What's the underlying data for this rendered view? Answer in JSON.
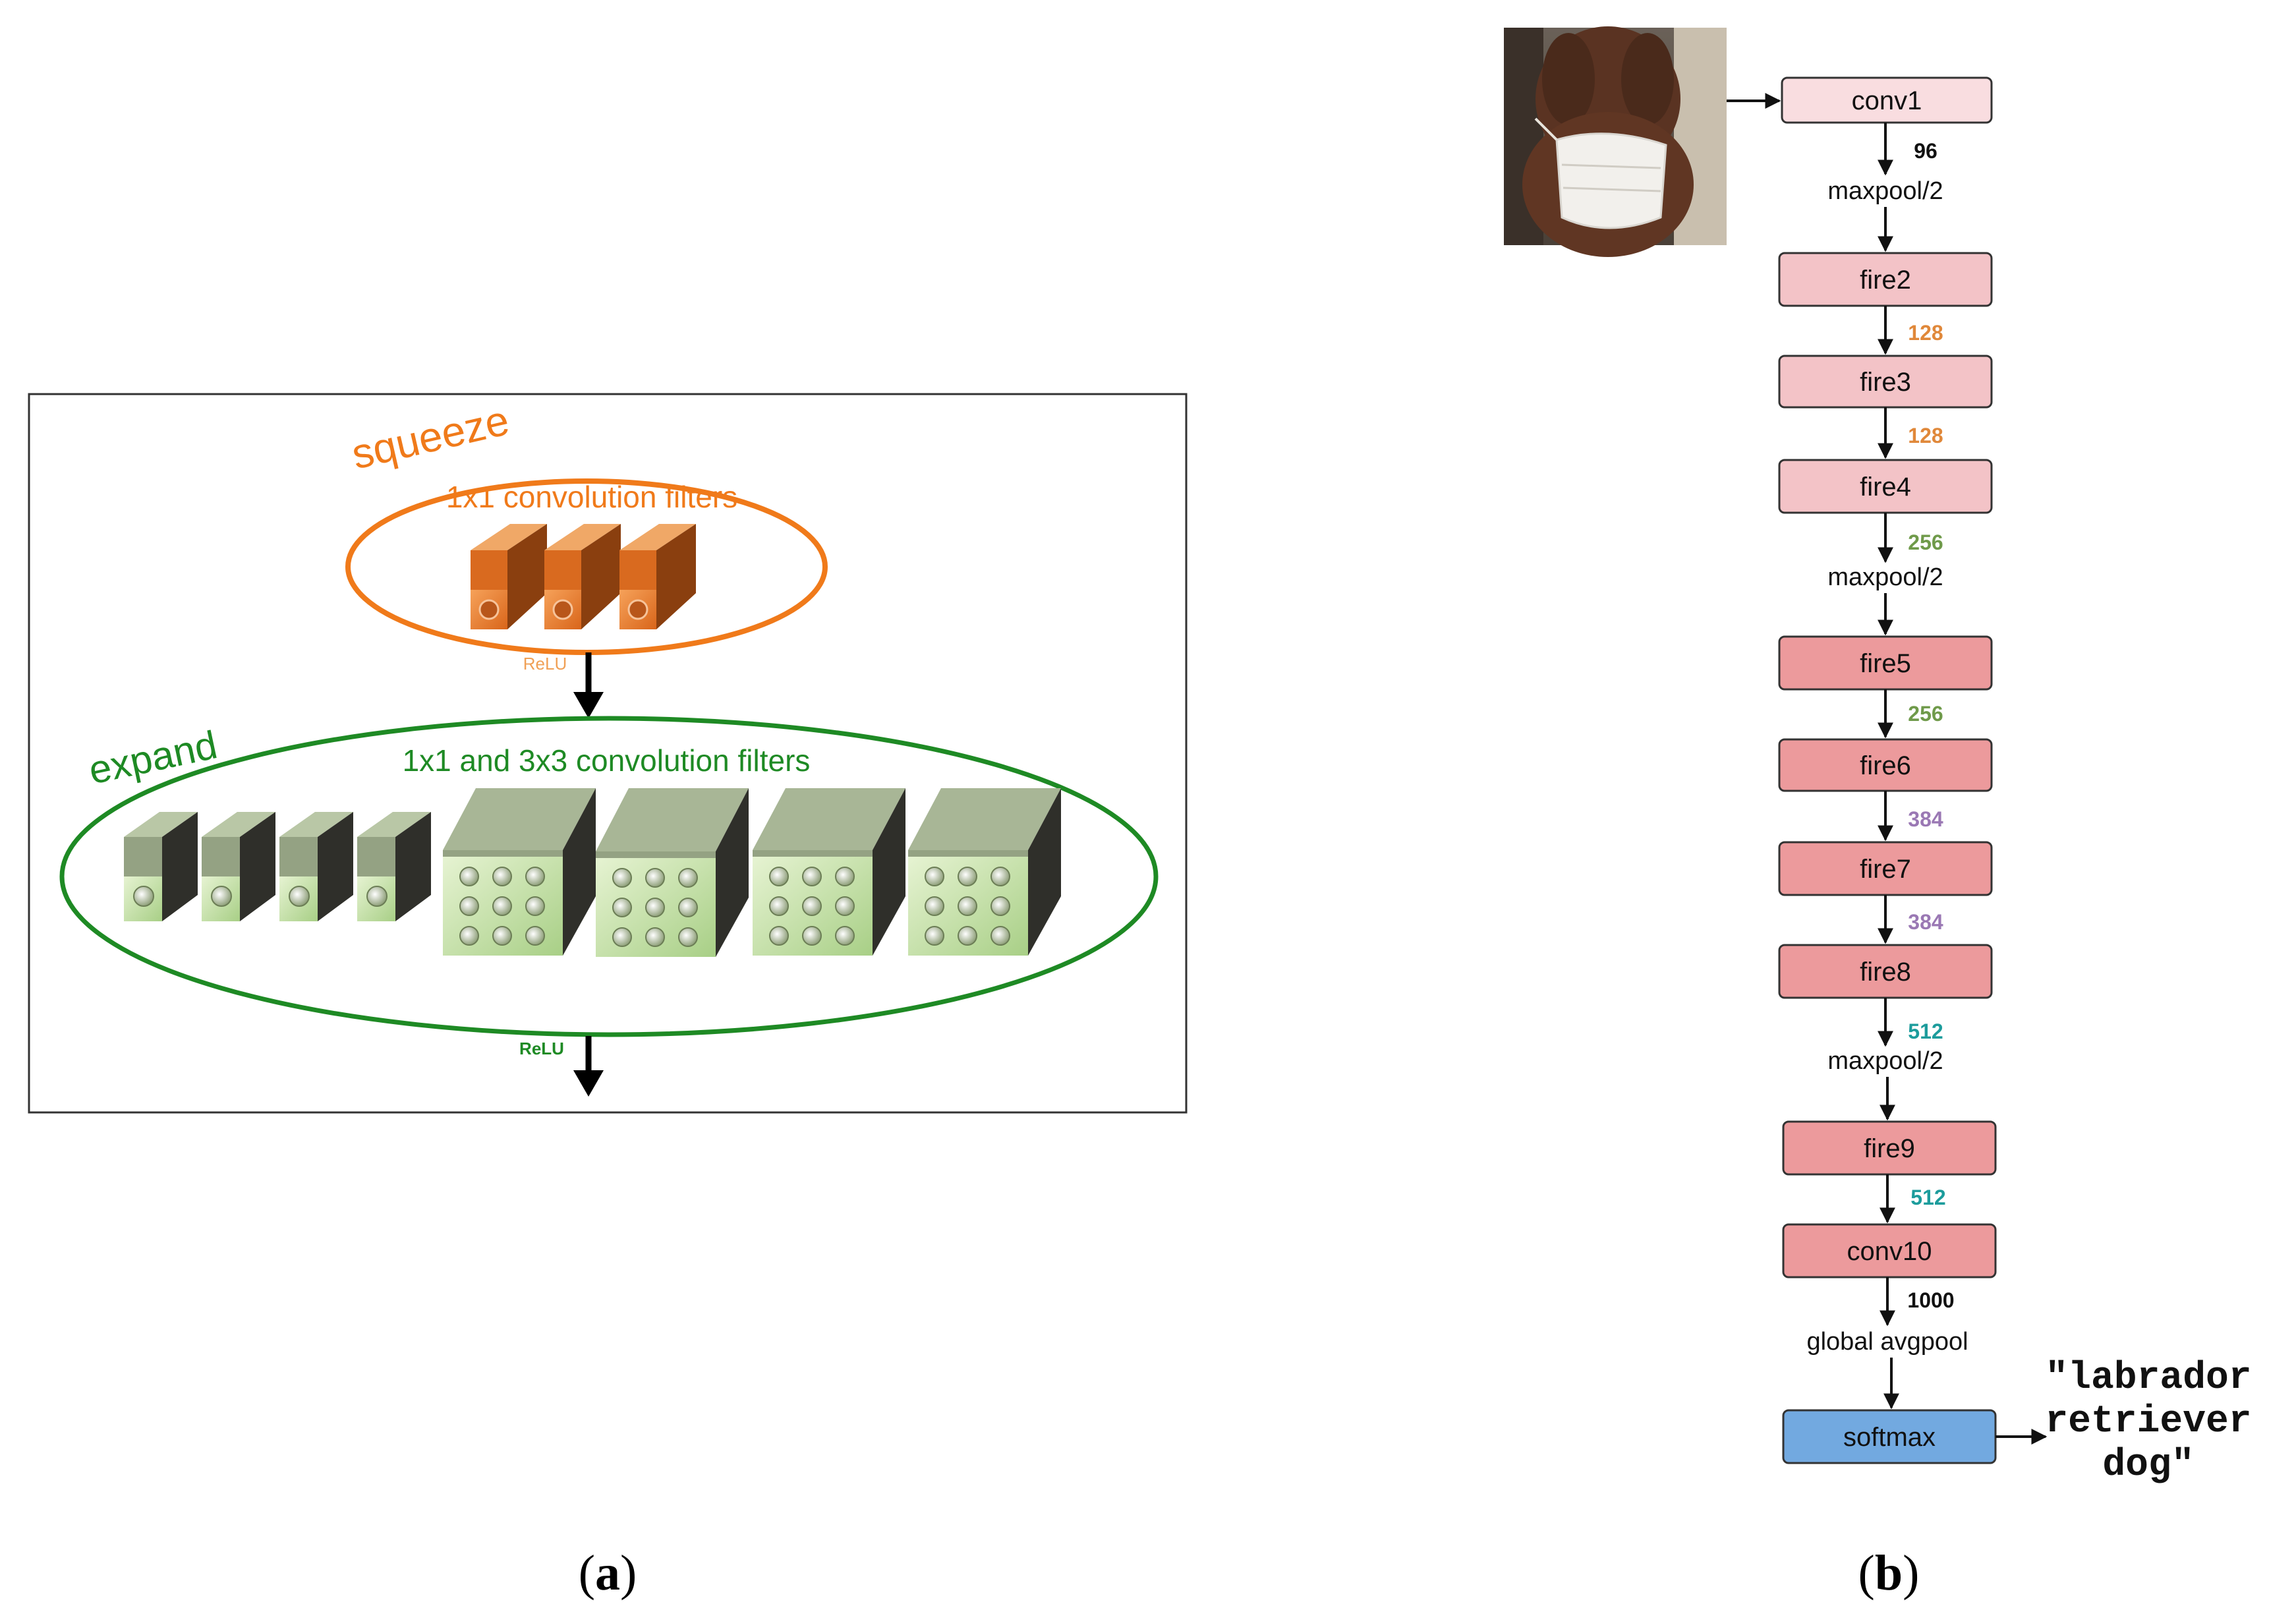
{
  "panel_a": {
    "caption_open": "(",
    "caption_letter": "a",
    "caption_close": ")",
    "squeeze_title": "squeeze",
    "squeeze_subtitle": "1x1 convolution filters",
    "squeeze_relu": "ReLU",
    "expand_title": "expand",
    "expand_subtitle": "1x1 and 3x3 convolution filters",
    "expand_relu": "ReLU",
    "colors": {
      "squeeze": "#f07a1a",
      "expand": "#1e8a24",
      "relu_squeeze": "#f0a056",
      "relu_expand": "#1e8a24"
    }
  },
  "panel_b": {
    "caption_open": "(",
    "caption_letter": "b",
    "caption_close": ")",
    "image_description_icon": "photo-icon",
    "blocks": [
      {
        "label": "conv1",
        "color": "#f9dde0"
      },
      {
        "label": "fire2",
        "color": "#f3c3c7"
      },
      {
        "label": "fire3",
        "color": "#f3c3c7"
      },
      {
        "label": "fire4",
        "color": "#f3c3c7"
      },
      {
        "label": "fire5",
        "color": "#ec9a9c"
      },
      {
        "label": "fire6",
        "color": "#ec9a9c"
      },
      {
        "label": "fire7",
        "color": "#ec9a9c"
      },
      {
        "label": "fire8",
        "color": "#ec9a9c"
      },
      {
        "label": "fire9",
        "color": "#ec9a9c"
      },
      {
        "label": "conv10",
        "color": "#ec9a9c"
      },
      {
        "label": "softmax",
        "color": "#72a9e0"
      }
    ],
    "channels": [
      {
        "value": "96",
        "color": "#111111"
      },
      {
        "value": "128",
        "color": "#e0883a"
      },
      {
        "value": "128",
        "color": "#e0883a"
      },
      {
        "value": "256",
        "color": "#6f9a4a"
      },
      {
        "value": "256",
        "color": "#6f9a4a"
      },
      {
        "value": "384",
        "color": "#9a78b4"
      },
      {
        "value": "384",
        "color": "#9a78b4"
      },
      {
        "value": "512",
        "color": "#1c9c9c"
      },
      {
        "value": "512",
        "color": "#1c9c9c"
      },
      {
        "value": "1000",
        "color": "#111111"
      }
    ],
    "pool_labels": [
      "maxpool/2",
      "maxpool/2",
      "maxpool/2",
      "global avgpool"
    ],
    "output_lines": [
      "\"labrador",
      "retriever",
      "dog\""
    ]
  }
}
